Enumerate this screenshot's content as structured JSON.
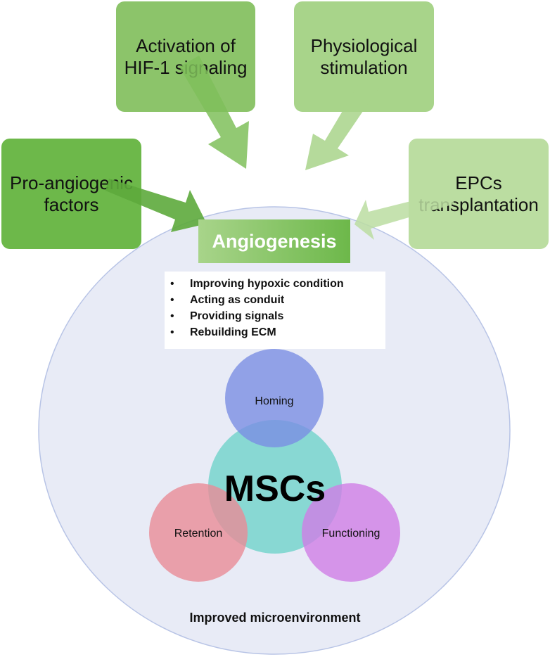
{
  "boxes": {
    "hif": [
      "Activation of",
      "HIF-1 signaling"
    ],
    "physiological": [
      "Physiological",
      "stimulation"
    ],
    "pro_angiogenic": [
      "Pro-angiogenic",
      "factors"
    ],
    "epcs": [
      "EPCs",
      "transplantation"
    ]
  },
  "center_label": "Angiogenesis",
  "angiogenesis_effects": [
    "Improving hypoxic condition",
    "Acting as conduit",
    "Providing signals",
    "Rebuilding ECM"
  ],
  "msc": {
    "label": "MSCs",
    "homing": "Homing",
    "retention": "Retention",
    "functioning": "Functioning"
  },
  "environment_label": "Improved microenvironment",
  "colors": {
    "green_dark": "#6db84a",
    "green_mid": "#8cc46a",
    "green_light": "#a8d48a",
    "green_pale": "#bbdda1",
    "environment_fill": "#e8ebf6",
    "msc_fill": "#6fd3cb",
    "homing_fill": "#7b8fe4",
    "retention_fill": "#e88c97",
    "functioning_fill": "#cf7ee6"
  }
}
